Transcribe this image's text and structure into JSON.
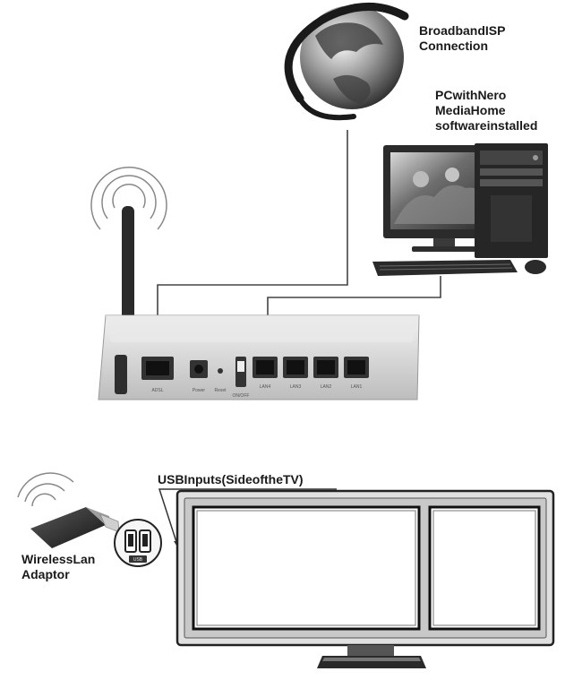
{
  "labels": {
    "isp": [
      "BroadbandISP",
      "Connection"
    ],
    "pc": [
      "PCwithNero",
      "MediaHome",
      "softwareinstalled"
    ],
    "usb_inputs": "USBInputs(SideoftheTV)",
    "wireless": [
      "WirelessLan",
      "Adaptor"
    ]
  },
  "router": {
    "ports": {
      "adsl": "ADSL",
      "power": "Power",
      "reset": "Reset",
      "switch": "ON/OFF",
      "lan": [
        "LAN4",
        "LAN3",
        "LAN2",
        "LAN1"
      ]
    }
  },
  "usb_port_label": "USB"
}
